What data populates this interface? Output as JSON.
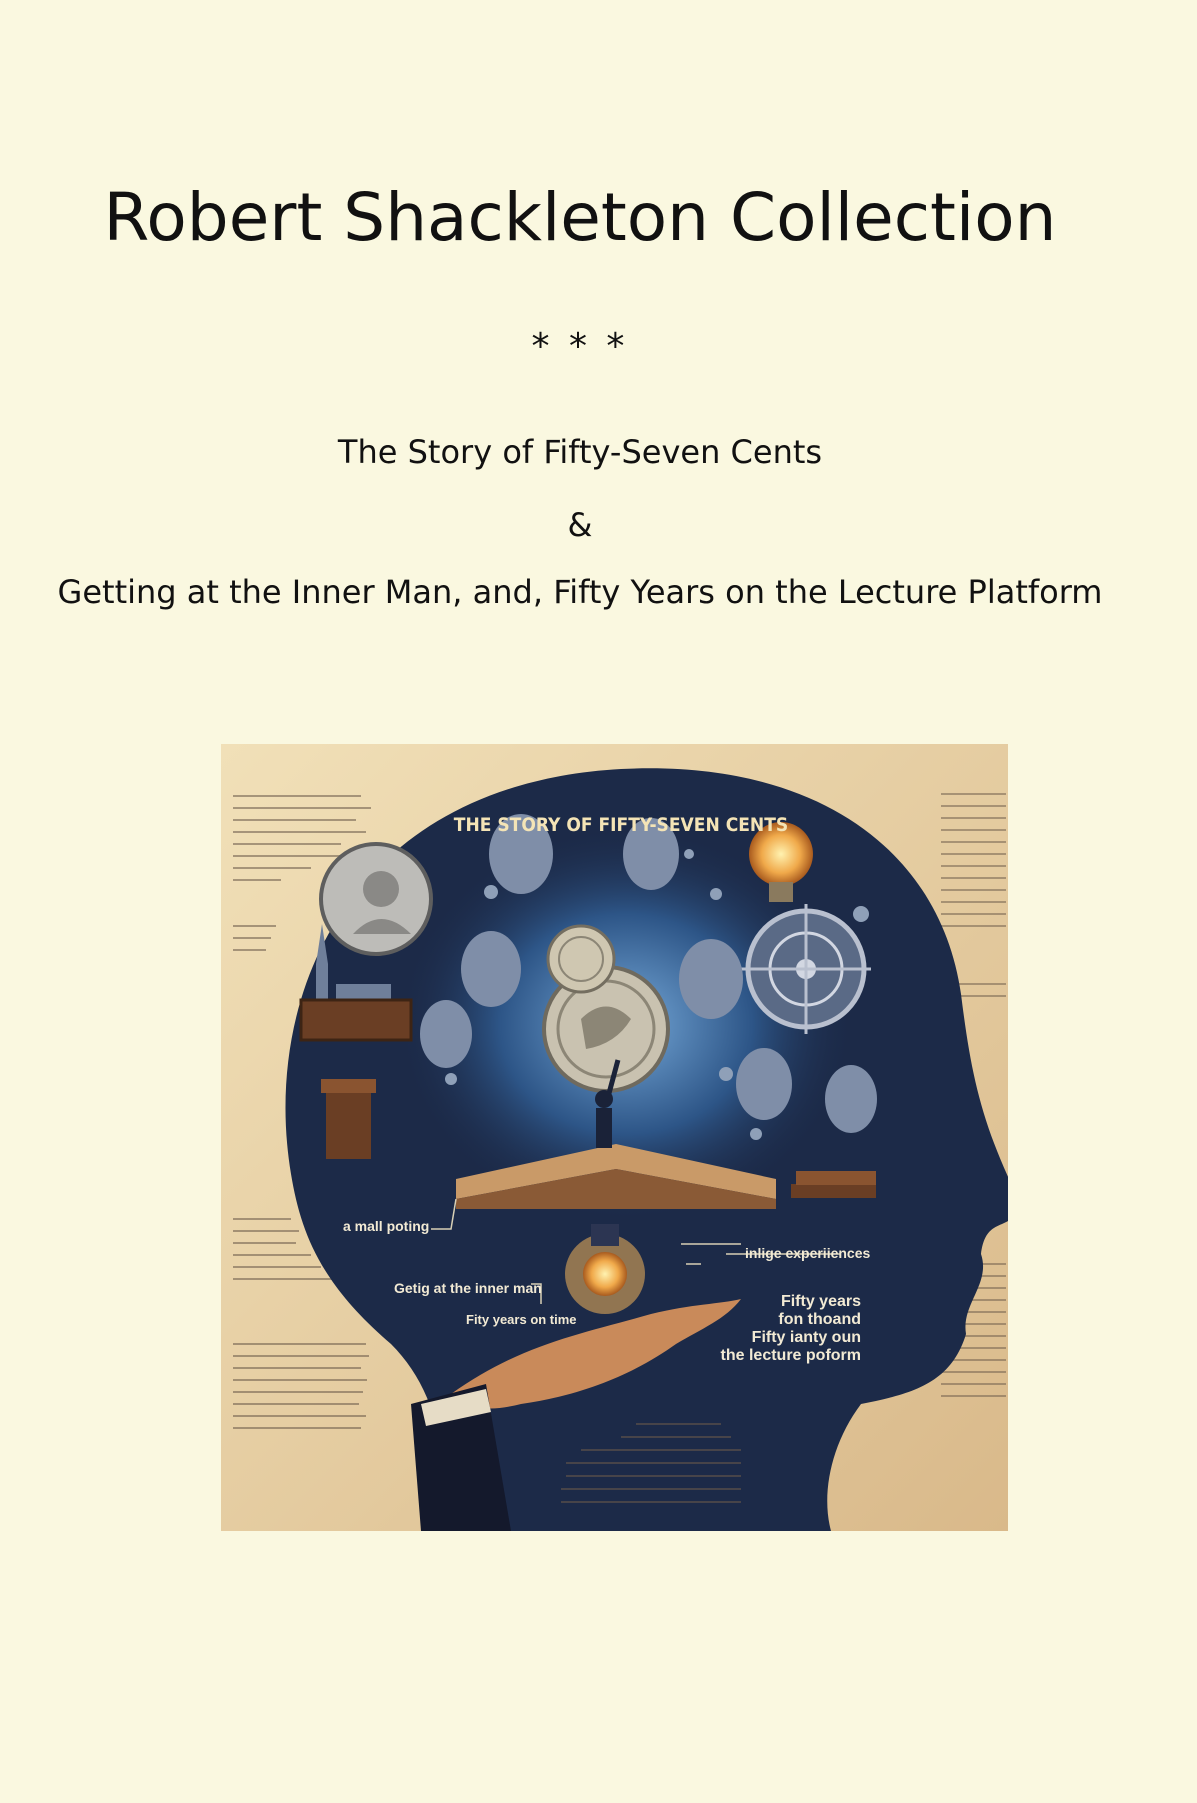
{
  "document": {
    "title": "Robert Shackleton Collection",
    "separator": "* * *",
    "works": [
      "The Story of Fifty-Seven Cents",
      "&",
      "Getting at the Inner Man, and, Fifty Years on the Lecture Platform"
    ]
  },
  "cover_image": {
    "heading": "THE STORY OF FIFTY-SEVEN CENTS",
    "labels": {
      "left_1": "a mall poting",
      "left_2": "Getig at the inner man",
      "left_3": "Fity years on time",
      "right_1": "inlige experiiences",
      "right_2": [
        "Fifty years",
        "fon thoand",
        "Fifty ianty oun",
        "the lecture poform"
      ]
    }
  },
  "colors": {
    "background": "#faf8e0",
    "text": "#111111",
    "cover_navy": "#1c2a48",
    "cover_parchment": "#e9d3a6"
  }
}
